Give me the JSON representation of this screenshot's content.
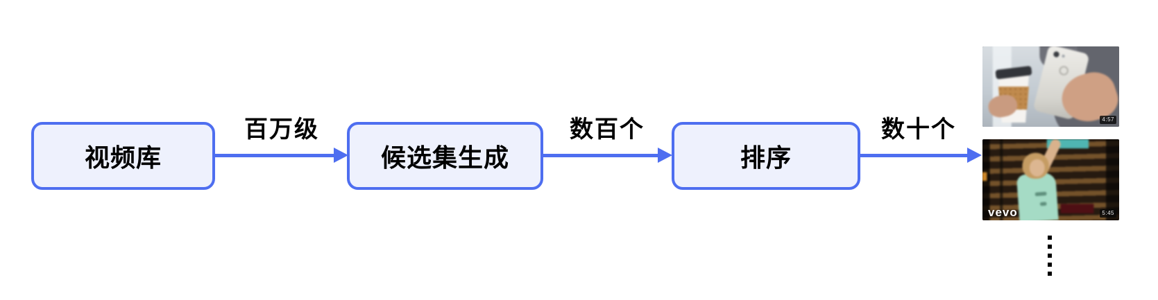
{
  "flow": {
    "nodes": [
      {
        "label": "视频库"
      },
      {
        "label": "候选集生成"
      },
      {
        "label": "排序"
      }
    ],
    "edges": [
      {
        "label": "百万级"
      },
      {
        "label": "数百个"
      },
      {
        "label": "数十个"
      }
    ]
  },
  "results": {
    "videos": [
      {
        "icon": "phone-and-coffee-thumbnail",
        "duration": "4:57"
      },
      {
        "icon": "vevo-music-video-thumbnail",
        "logo": "vevo",
        "duration": "5:45"
      }
    ],
    "more_indicator_icon": "vertical-ellipsis"
  },
  "colors": {
    "accent_blue": "#4e6ef0",
    "node_fill": "#eef1fd",
    "text": "#000000",
    "background": "#ffffff"
  }
}
